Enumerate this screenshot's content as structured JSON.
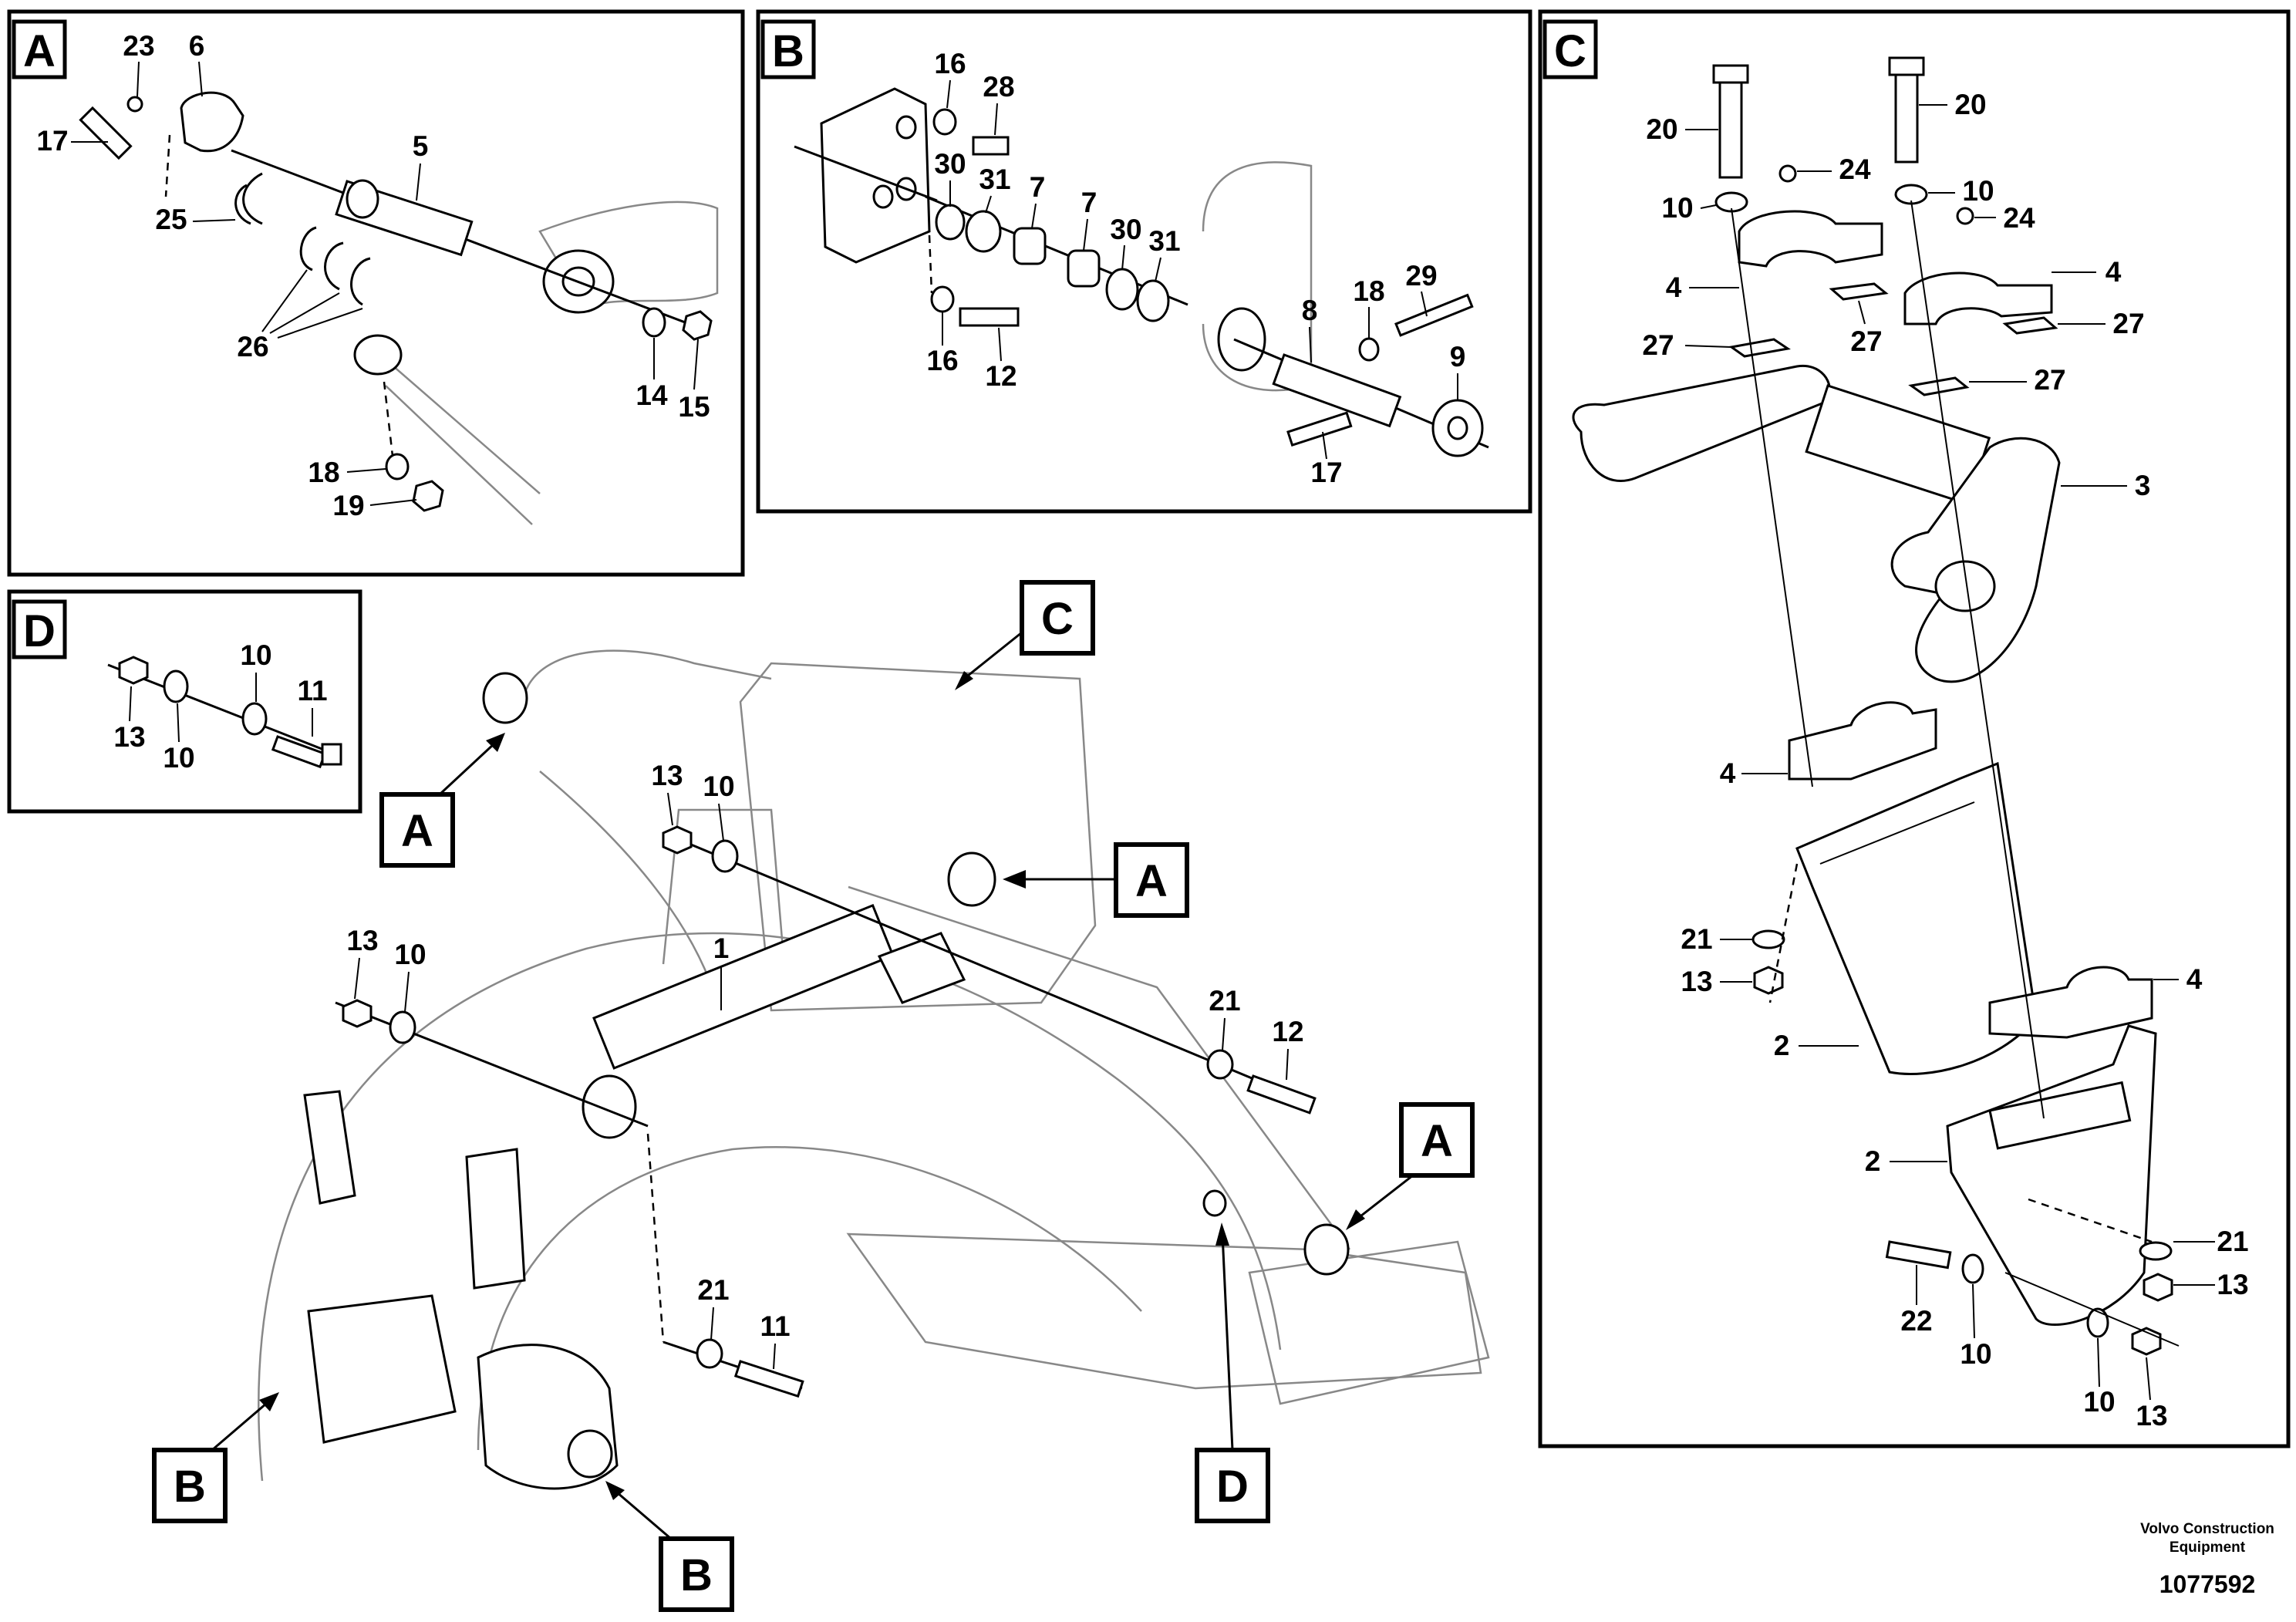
{
  "diagram": {
    "views": [
      {
        "id": "A",
        "label": "A"
      },
      {
        "id": "B",
        "label": "B"
      },
      {
        "id": "C",
        "label": "C"
      },
      {
        "id": "D",
        "label": "D"
      }
    ],
    "main_callouts": {
      "c_top": "C",
      "a_left": "A",
      "a_mid": "A",
      "a_right": "A",
      "b_left": "B",
      "b_bottom": "B",
      "d_bottom": "D"
    },
    "part_numbers": {
      "a": [
        "23",
        "6",
        "17",
        "5",
        "25",
        "26",
        "14",
        "15",
        "18",
        "19"
      ],
      "b": [
        "16",
        "28",
        "30",
        "31",
        "7",
        "7",
        "30",
        "31",
        "16",
        "12",
        "8",
        "18",
        "29",
        "9",
        "17"
      ],
      "c": [
        "20",
        "20",
        "24",
        "10",
        "10",
        "24",
        "4",
        "4",
        "27",
        "27",
        "27",
        "27",
        "3",
        "4",
        "21",
        "13",
        "2",
        "4",
        "2",
        "21",
        "13",
        "22",
        "10",
        "10",
        "13"
      ],
      "d": [
        "10",
        "11",
        "13",
        "10"
      ],
      "main": [
        "13",
        "10",
        "13",
        "10",
        "1",
        "21",
        "12",
        "21",
        "11"
      ]
    }
  },
  "footer": {
    "company_line1": "Volvo Construction",
    "company_line2": "Equipment",
    "drawing_number": "1077592"
  }
}
